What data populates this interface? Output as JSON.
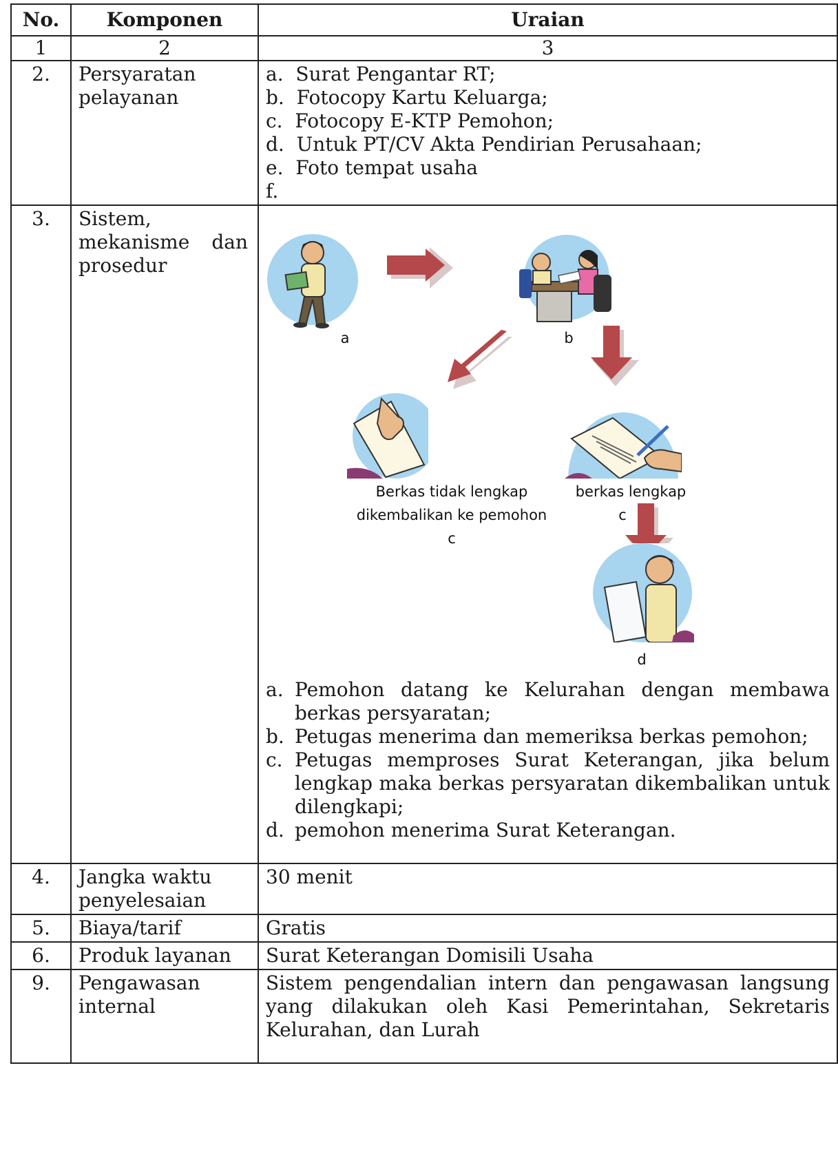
{
  "table": {
    "headers": {
      "no": "No.",
      "komponen": "Komponen",
      "uraian": "Uraian"
    },
    "numbering": [
      "1",
      "2",
      "3"
    ],
    "rows": [
      {
        "no": "2.",
        "komponen": "Persyaratan pelayanan",
        "items": [
          "a.  Surat Pengantar RT;",
          "b.  Fotocopy Kartu Keluarga;",
          "c.  Fotocopy E-KTP Pemohon;",
          "d.  Untuk PT/CV Akta Pendirian Perusahaan;",
          "e.  Foto tempat usaha",
          "f."
        ]
      },
      {
        "no": "3.",
        "komponen": "Sistem, mekanisme dan prosedur",
        "flow": {
          "label_a": "a",
          "label_b": "b",
          "caption_incomplete_1": "Berkas tidak lengkap",
          "caption_incomplete_2": "dikembalikan ke pemohon",
          "label_c_left": "c",
          "caption_complete": "berkas lengkap",
          "label_c_right": "c",
          "label_d": "d"
        },
        "steps": [
          {
            "letter": "a.",
            "text": "Pemohon datang ke Kelurahan dengan membawa berkas persyaratan;"
          },
          {
            "letter": "b.",
            "text": "Petugas menerima dan memeriksa berkas pemohon;"
          },
          {
            "letter": "c.",
            "text": "Petugas memproses Surat Keterangan, jika belum lengkap maka berkas persyaratan dikembalikan untuk dilengkapi;"
          },
          {
            "letter": "d.",
            "text": "pemohon menerima Surat Keterangan."
          }
        ]
      },
      {
        "no": "4.",
        "komponen": "Jangka waktu penyelesaian",
        "uraian": "30 menit"
      },
      {
        "no": "5.",
        "komponen": "Biaya/tarif",
        "uraian": "Gratis"
      },
      {
        "no": "6.",
        "komponen": "Produk layanan",
        "uraian": "Surat Keterangan Domisili Usaha"
      },
      {
        "no": "9.",
        "komponen": "Pengawasan internal",
        "uraian": "Sistem pengendalian intern dan pengawasan langsung yang dilakukan oleh Kasi Pemerintahan, Sekretaris Kelurahan, dan Lurah"
      }
    ]
  },
  "colors": {
    "arrow": "#b5484a",
    "arrow_shadow": "#d8c8c8",
    "circle": "#a7d4ef",
    "border": "#222222"
  }
}
